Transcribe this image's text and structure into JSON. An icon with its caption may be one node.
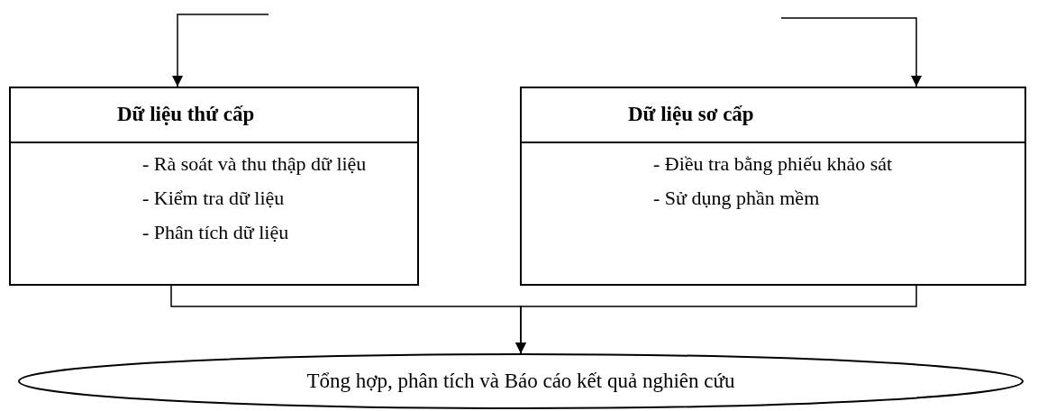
{
  "diagram": {
    "nodes": [
      {
        "text": [
          "Dữ liệu thứ cấp",
          "- Rà soát và thu thập dữ liệu",
          "- Kiểm tra dữ liệu",
          "- Phân tích dữ liệu"
        ]
      },
      {
        "text": [
          "Dữ liệu sơ cấp",
          "- Điều tra bằng phiếu khảo sát",
          "- Sử dụng phần mềm"
        ]
      },
      {
        "text": [
          "Tổng hợp, phân tích và Báo cáo kết quả nghiên cứu"
        ]
      }
    ],
    "edges": [
      {
        "from": null,
        "to": 0,
        "arrow": "to"
      },
      {
        "from": null,
        "to": 1,
        "arrow": "to"
      },
      {
        "from": 0,
        "to": 2,
        "arrow": "to"
      },
      {
        "from": 1,
        "to": 2,
        "arrow": "to"
      }
    ]
  }
}
